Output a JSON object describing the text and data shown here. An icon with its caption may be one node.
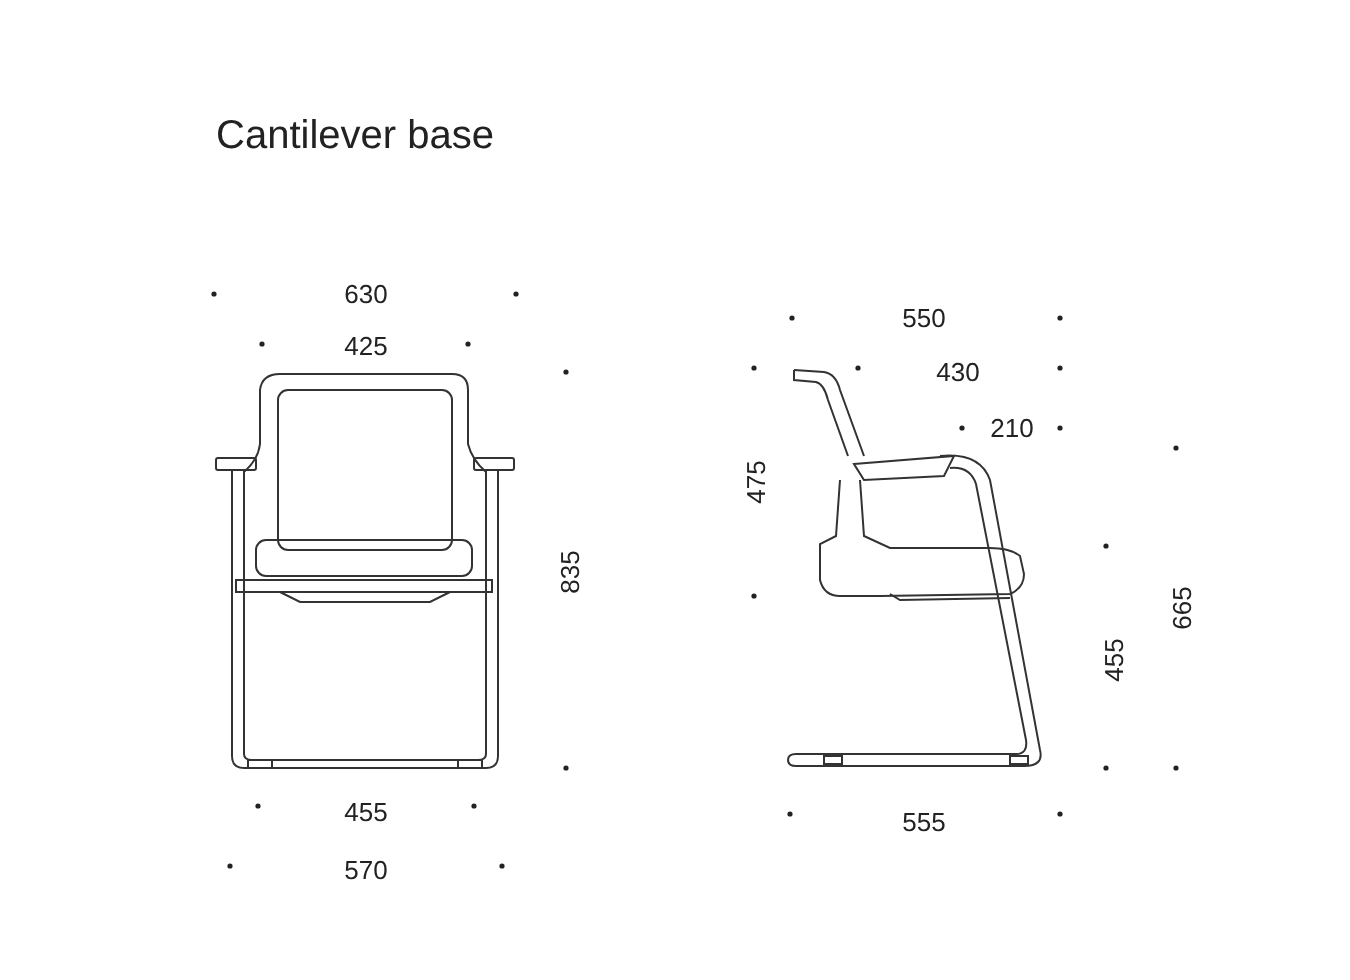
{
  "diagram": {
    "title": "Cantilever base",
    "labels": [
      "630",
      "550",
      "425",
      "430",
      "210",
      "475",
      "835",
      "665",
      "455",
      "455",
      "555",
      "570"
    ]
  }
}
